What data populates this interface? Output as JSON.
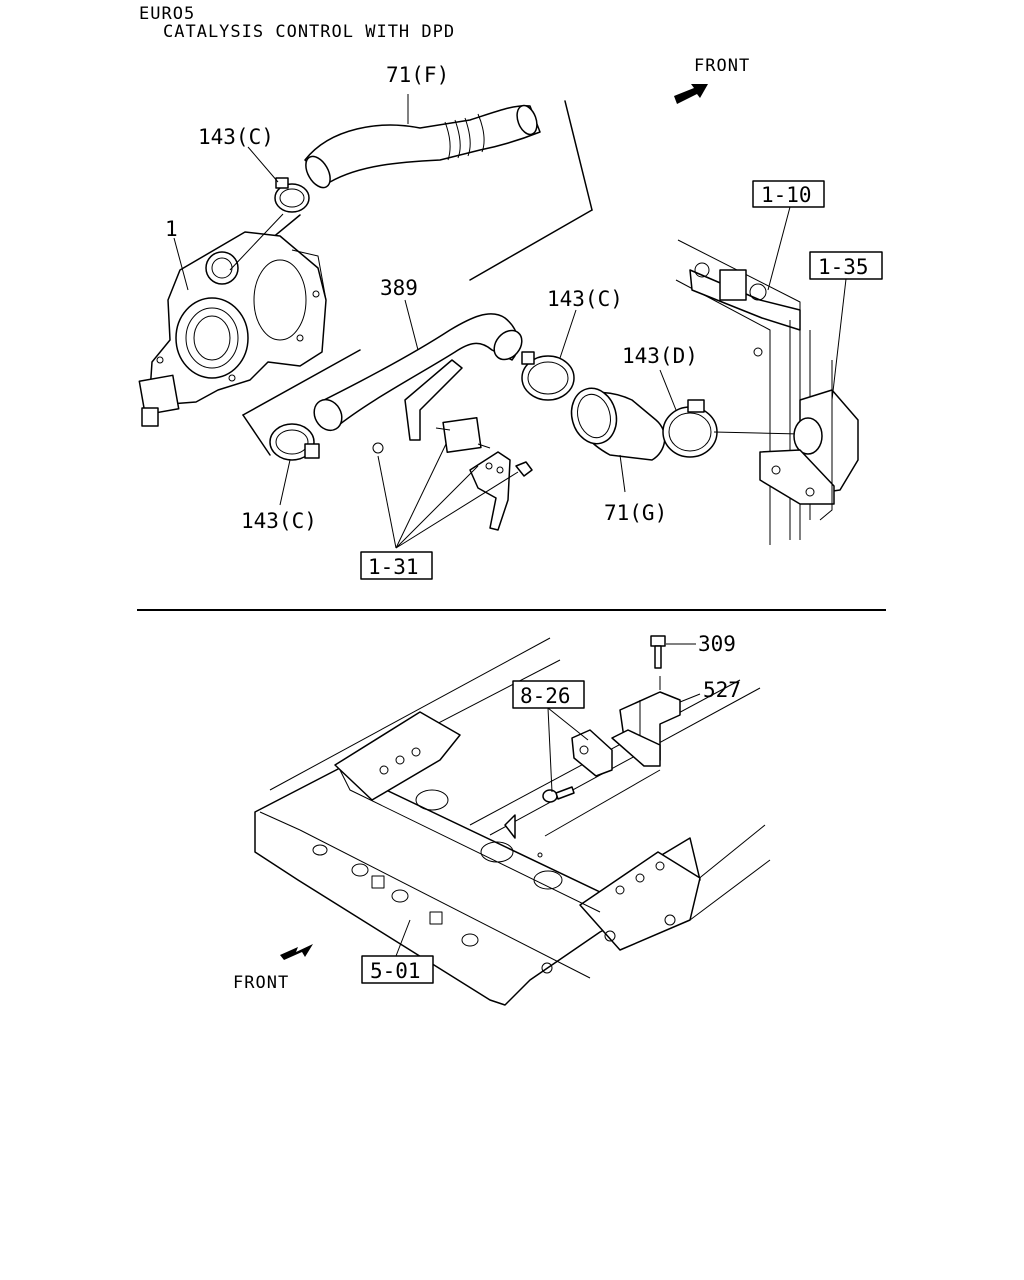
{
  "header": {
    "line1": "EURO5",
    "line2": "CATALYSIS CONTROL WITH DPD"
  },
  "top_diagram": {
    "front_label": "FRONT",
    "callouts": {
      "p71f": "71(F)",
      "p143c_a": "143(C)",
      "p1": "1",
      "p389": "389",
      "p143c_b": "143(C)",
      "p143d": "143(D)",
      "p143c_c": "143(C)",
      "p71g": "71(G)"
    },
    "ref_boxes": {
      "r110": "1-10",
      "r135": "1-35",
      "r131": "1-31"
    }
  },
  "bottom_diagram": {
    "front_label": "FRONT",
    "callouts": {
      "p309": "309",
      "p527": "527"
    },
    "ref_boxes": {
      "r826": "8-26",
      "r501": "5-01"
    }
  }
}
